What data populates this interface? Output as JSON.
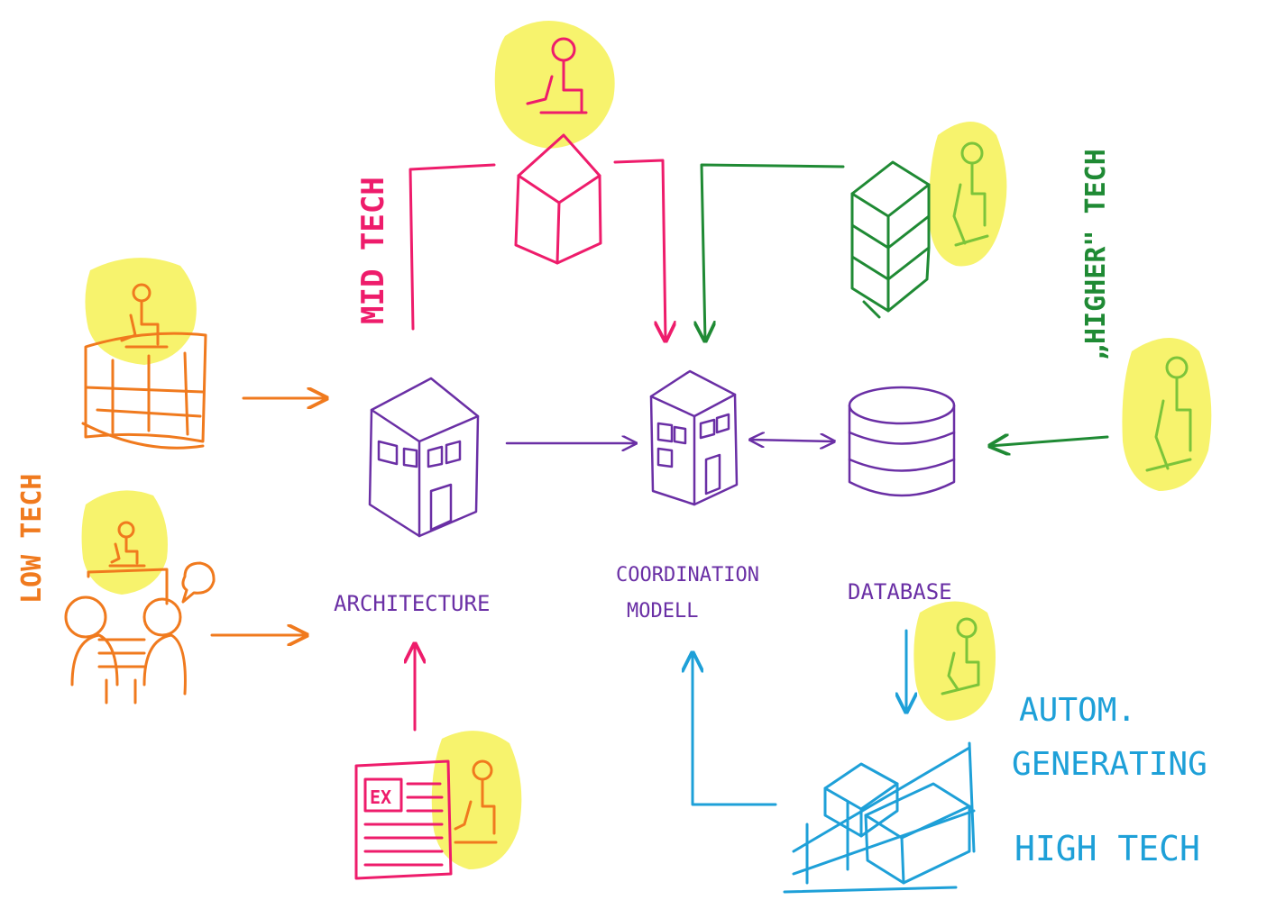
{
  "colors": {
    "orange": "#f07a1e",
    "pink": "#ee1c6b",
    "green": "#1f8a34",
    "purple": "#6a2fa5",
    "blue": "#1ea0d8",
    "highlight": "#f4ef3c",
    "lime": "#7cc43a"
  },
  "labels": {
    "low_tech": "LOW TECH",
    "mid_tech": "MID TECH",
    "higher_tech": "„HIGHER\" TECH",
    "architecture": "ARCHITECTURE",
    "coordination_line1": "COORDINATION",
    "coordination_line2": "MODELL",
    "database": "DATABASE",
    "autom_line1": "AUTOM.",
    "autom_line2": "GENERATING",
    "high_tech": "HIGH TECH",
    "ex": "EX"
  },
  "icons": [
    "person-icon",
    "paper-plan-icon",
    "meeting-icon",
    "speech-bubble-icon",
    "cube-icon",
    "stacked-layers-icon",
    "building-icon",
    "database-icon",
    "document-icon",
    "generated-boxes-icon"
  ]
}
